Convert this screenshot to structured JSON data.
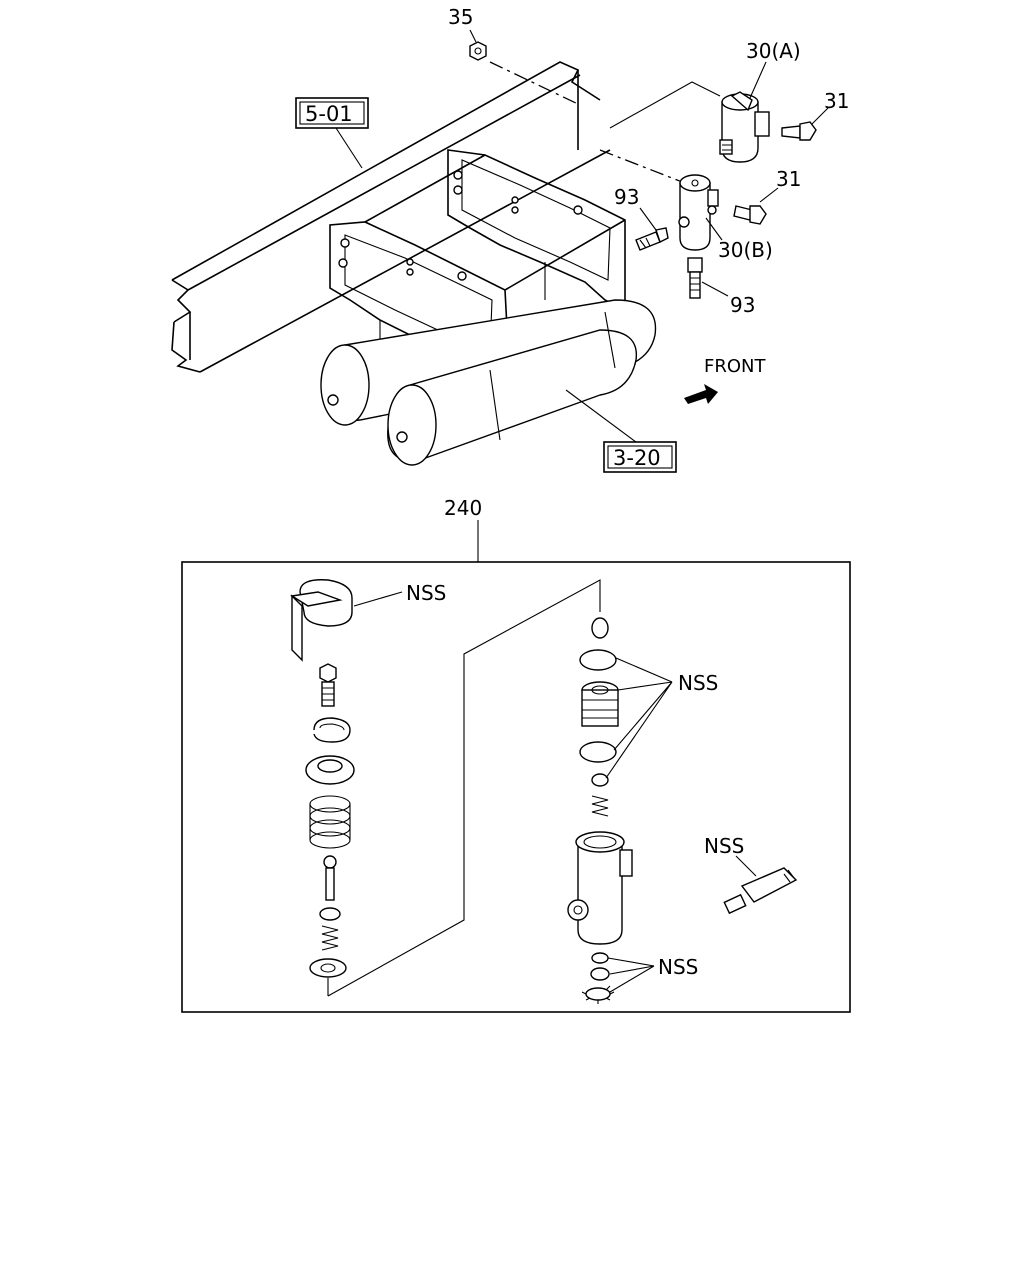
{
  "callouts": {
    "c35": "35",
    "c30a": "30(A)",
    "c31a": "31",
    "c31b": "31",
    "c93a": "93",
    "c30b": "30(B)",
    "c93b": "93",
    "c240": "240",
    "front": "FRONT"
  },
  "refs": {
    "r501": "5-01",
    "r320": "3-20"
  },
  "nss": {
    "n1": "NSS",
    "n2": "NSS",
    "n3": "NSS",
    "n4": "NSS"
  }
}
